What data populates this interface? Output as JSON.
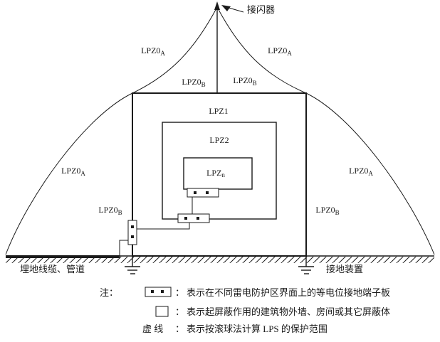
{
  "diagram": {
    "air_terminal_label": "接闪器",
    "buried_cable_label": "埋地线缆、管道",
    "grounding_device_label": "接地装置"
  },
  "zones": {
    "lpz0a": {
      "base": "LPZ0",
      "sub": "A"
    },
    "lpz0b": {
      "base": "LPZ0",
      "sub": "B"
    },
    "lpz1": "LPZ1",
    "lpz2": "LPZ2",
    "lpzn": {
      "base": "LPZ",
      "sub": "n"
    }
  },
  "legend": {
    "note_label": "注：",
    "colon": "：",
    "items": [
      {
        "text": "表示在不同雷电防护区界面上的等电位接地端子板"
      },
      {
        "text": "表示起屏蔽作用的建筑物外墙、房间或其它屏蔽体"
      },
      {
        "label": "虚 线",
        "text": "表示按滚球法计算 LPS 的保护范围"
      }
    ]
  }
}
